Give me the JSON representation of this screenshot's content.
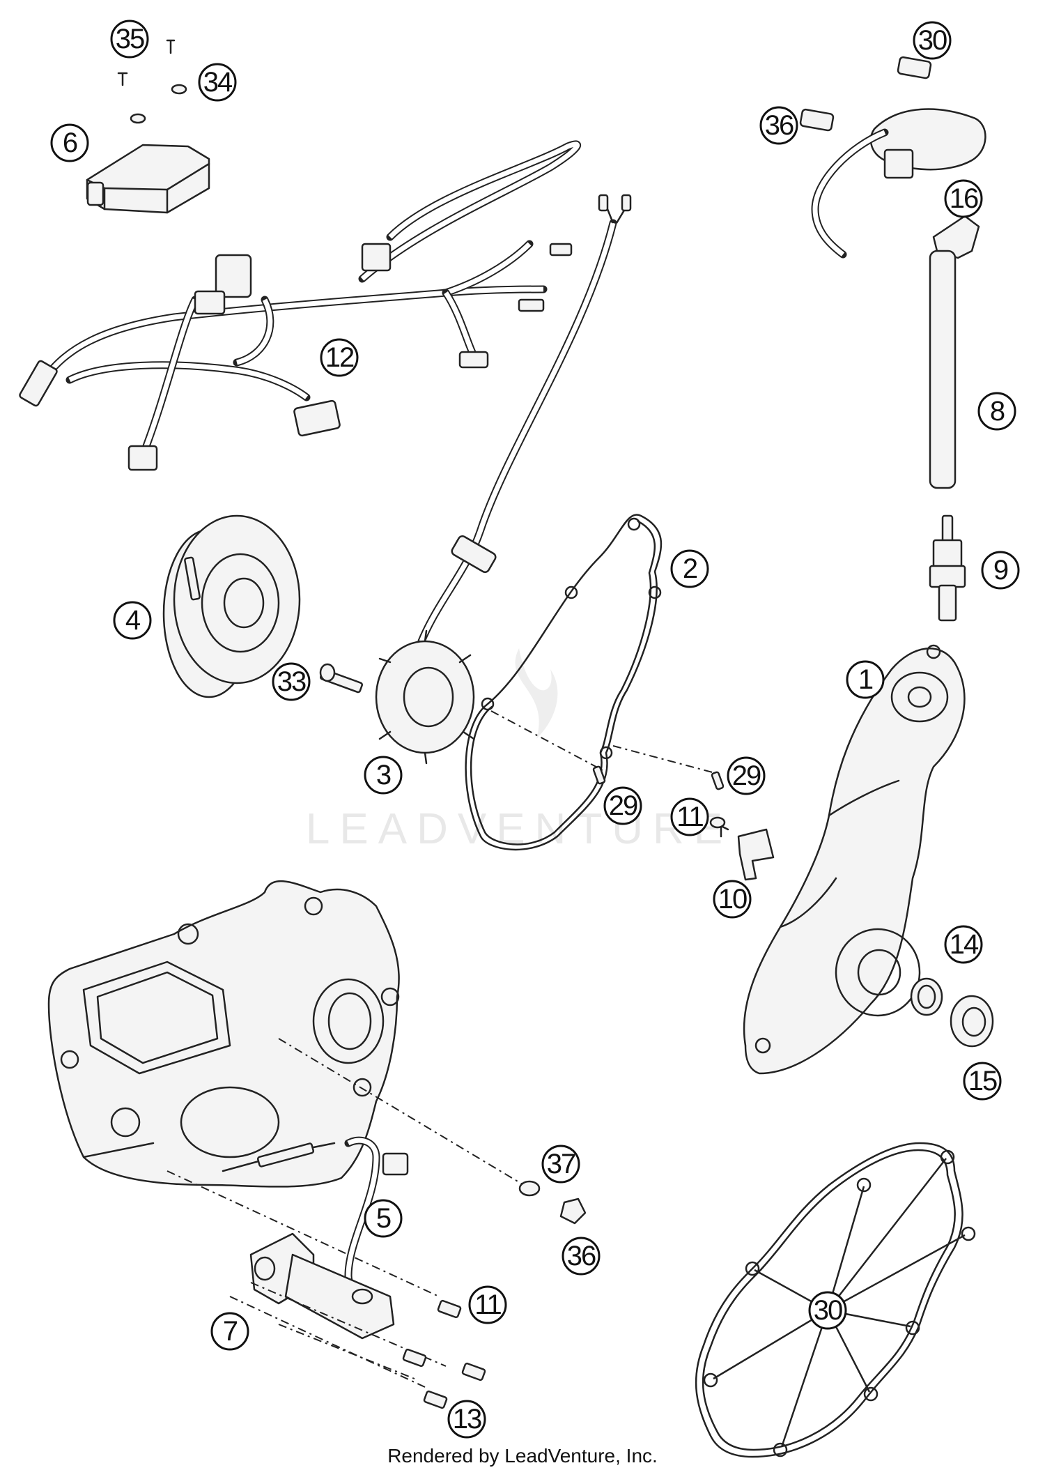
{
  "watermark": {
    "text": "LEADVENTURE"
  },
  "footer": {
    "text": "Rendered by LeadVenture, Inc."
  },
  "callouts": [
    {
      "id": "c35",
      "label": "35"
    },
    {
      "id": "c34",
      "label": "34"
    },
    {
      "id": "c6",
      "label": "6"
    },
    {
      "id": "c30a",
      "label": "30"
    },
    {
      "id": "c36a",
      "label": "36"
    },
    {
      "id": "c16",
      "label": "16"
    },
    {
      "id": "c12",
      "label": "12"
    },
    {
      "id": "c8",
      "label": "8"
    },
    {
      "id": "c9",
      "label": "9"
    },
    {
      "id": "c2",
      "label": "2"
    },
    {
      "id": "c4",
      "label": "4"
    },
    {
      "id": "c33",
      "label": "33"
    },
    {
      "id": "c3",
      "label": "3"
    },
    {
      "id": "c1",
      "label": "1"
    },
    {
      "id": "c29a",
      "label": "29"
    },
    {
      "id": "c29b",
      "label": "29"
    },
    {
      "id": "c11a",
      "label": "11"
    },
    {
      "id": "c10",
      "label": "10"
    },
    {
      "id": "c14",
      "label": "14"
    },
    {
      "id": "c15",
      "label": "15"
    },
    {
      "id": "c37",
      "label": "37"
    },
    {
      "id": "c5",
      "label": "5"
    },
    {
      "id": "c36b",
      "label": "36"
    },
    {
      "id": "c11b",
      "label": "11"
    },
    {
      "id": "c7",
      "label": "7"
    },
    {
      "id": "c13",
      "label": "13"
    },
    {
      "id": "c30b",
      "label": "30"
    }
  ]
}
